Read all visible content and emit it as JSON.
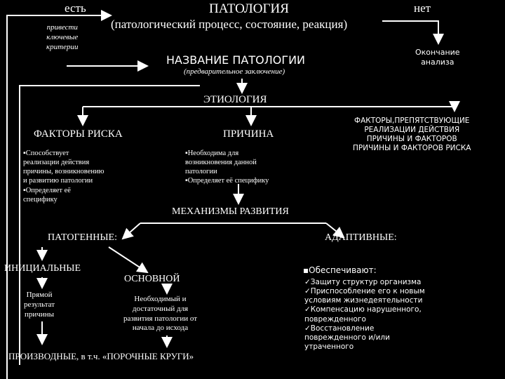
{
  "top": {
    "yes": "есть",
    "no": "нет",
    "title": "ПАТОЛОГИЯ",
    "subtitle": "(патологический процесс, состояние, реакция)",
    "criteria_note": "привести\nключевые\nкритерии",
    "end_analysis": "Окончание\nанализа"
  },
  "name": {
    "title": "НАЗВАНИЕ ПАТОЛОГИИ",
    "note": "(предварительное заключение)"
  },
  "etiology": {
    "title": "ЭТИОЛОГИЯ",
    "risk_title": "ФАКТОРЫ РИСКА",
    "risk_text": "▪Способствует\nреализации действия\nпричины, возникновению\nи развитию патологии\n▪Определяет её\nспецифику",
    "cause_title": "ПРИЧИНА",
    "cause_text": "▪Необходима для\nвозникновения данной\nпатологии\n▪Определяет её специфику",
    "hinder_title": "ФАКТОРЫ,ПРЕПЯТСТВУЮЩИЕ\nРЕАЛИЗАЦИИ ДЕЙСТВИЯ\nПРИЧИНЫ И ФАКТОРОВ\nПРИЧИНЫ И ФАКТОРОВ РИСКА"
  },
  "mechanisms": {
    "title": "МЕХАНИЗМЫ РАЗВИТИЯ",
    "pathogenic": "ПАТОГЕННЫЕ:",
    "initial": "ИНИЦИАЛЬНЫЕ",
    "initial_text": "Прямой\nрезультат\nпричины",
    "main": "ОСНОВНОЙ",
    "main_text": "Необходимый и\nдостаточный для\nразвития патологии от\nначала до исхода",
    "derived": "ПРОИЗВОДНЫЕ, в т.ч. «ПОРОЧНЫЕ КРУГИ»",
    "adaptive": "АДАПТИВНЫЕ:",
    "adaptive_lead": "▪Обеспечивают:",
    "adaptive_items": "✓Защиту структур организма\n✓Приспособление его к новым\nусловиям жизнедеятельности\n✓Компенсацию нарушенного,\nповрежденного\n✓Восстановление\nповрежденного и/или\nутраченного"
  }
}
